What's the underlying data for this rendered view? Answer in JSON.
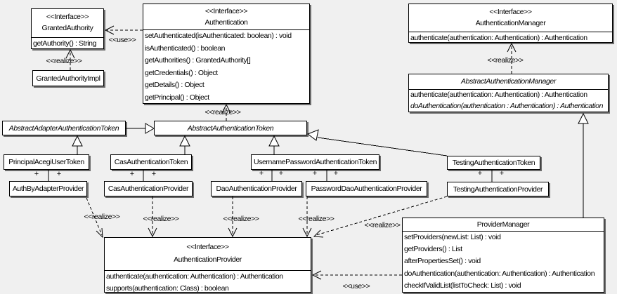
{
  "labels": {
    "realize": "<<realize>>",
    "use": "<<use>>",
    "plus": "+"
  },
  "classes": {
    "granted_authority": {
      "stereotype": "<<Interface>>",
      "name": "GrantedAuthority",
      "methods": [
        "getAuthority() : String"
      ]
    },
    "granted_authority_impl": {
      "name": "GrantedAuthorityImpl"
    },
    "authentication": {
      "stereotype": "<<Interface>>",
      "name": "Authentication",
      "methods": [
        "setAuthenticated(isAuthenticated: boolean) : void",
        "isAuthenticated() : boolean",
        "getAuthorities() : GrantedAuthority[]",
        "getCredentials() : Object",
        "getDetails() : Object",
        "getPrincipal() : Object"
      ]
    },
    "authentication_manager": {
      "stereotype": "<<Interface>>",
      "name": "AuthenticationManager",
      "methods": [
        "authenticate(authentication: Authentication) : Authentication"
      ]
    },
    "abstract_authentication_manager": {
      "name": "AbstractAuthenticationManager",
      "methods": [
        "authenticate(authentication: Authentication) : Authentication",
        "doAuthentication(authentication : Authentication) : Authentication"
      ]
    },
    "abstract_adapter_authentication_token": {
      "name": "AbstractAdapterAuthenticationToken"
    },
    "abstract_authentication_token": {
      "name": "AbstractAuthenticationToken"
    },
    "principal_acegi_user_token": {
      "name": "PrincipalAcegiUserToken"
    },
    "cas_authentication_token": {
      "name": "CasAuthenticationToken"
    },
    "username_password_authentication_token": {
      "name": "UsernamePasswordAuthenticationToken"
    },
    "testing_authentication_token": {
      "name": "TestingAuthenticationToken"
    },
    "auth_by_adapter_provider": {
      "name": "AuthByAdapterProvider"
    },
    "cas_authentication_provider": {
      "name": "CasAuthenticationProvider"
    },
    "dao_authentication_provider": {
      "name": "DaoAuthenticationProvider"
    },
    "password_dao_authentication_provider": {
      "name": "PasswordDaoAuthenticationProvider"
    },
    "testing_authentication_provider": {
      "name": "TestingAuthenticationProvider"
    },
    "authentication_provider": {
      "stereotype": "<<Interface>>",
      "name": "AuthenticationProvider",
      "methods": [
        "authenticate(authentication: Authentication) : Authentication",
        "supports(authentication: Class) : boolean"
      ]
    },
    "provider_manager": {
      "name": "ProviderManager",
      "methods": [
        "setProviders(newList: List) : void",
        "getProviders() : List",
        "afterPropertiesSet() : void",
        "doAuthentication(authentication: Authentication) : Authentication",
        "checkIfValidList(listToCheck: List) : void"
      ]
    }
  },
  "relationships": [
    {
      "type": "use",
      "from": "Authentication",
      "to": "GrantedAuthority",
      "label": "<<use>>"
    },
    {
      "type": "realize",
      "from": "GrantedAuthorityImpl",
      "to": "GrantedAuthority",
      "label": "<<realize>>"
    },
    {
      "type": "realize",
      "from": "AbstractAuthenticationToken",
      "to": "Authentication",
      "label": "<<realize>>"
    },
    {
      "type": "realize",
      "from": "AbstractAuthenticationManager",
      "to": "AuthenticationManager",
      "label": "<<realize>>"
    },
    {
      "type": "generalization",
      "from": "AbstractAdapterAuthenticationToken",
      "to": "AbstractAuthenticationToken"
    },
    {
      "type": "generalization",
      "from": "PrincipalAcegiUserToken",
      "to": "AbstractAdapterAuthenticationToken"
    },
    {
      "type": "generalization",
      "from": "CasAuthenticationToken",
      "to": "AbstractAuthenticationToken"
    },
    {
      "type": "generalization",
      "from": "UsernamePasswordAuthenticationToken",
      "to": "AbstractAuthenticationToken"
    },
    {
      "type": "generalization",
      "from": "TestingAuthenticationToken",
      "to": "AbstractAuthenticationToken"
    },
    {
      "type": "generalization",
      "from": "ProviderManager",
      "to": "AbstractAuthenticationManager"
    },
    {
      "type": "association",
      "from": "PrincipalAcegiUserToken",
      "to": "AuthByAdapterProvider",
      "end_labels": [
        "+",
        "+"
      ]
    },
    {
      "type": "association",
      "from": "CasAuthenticationToken",
      "to": "CasAuthenticationProvider",
      "end_labels": [
        "+",
        "+"
      ]
    },
    {
      "type": "association",
      "from": "UsernamePasswordAuthenticationToken",
      "to": "DaoAuthenticationProvider",
      "end_labels": [
        "+",
        "+"
      ]
    },
    {
      "type": "association",
      "from": "UsernamePasswordAuthenticationToken",
      "to": "PasswordDaoAuthenticationProvider",
      "end_labels": [
        "+",
        "+"
      ]
    },
    {
      "type": "association",
      "from": "TestingAuthenticationToken",
      "to": "TestingAuthenticationProvider",
      "end_labels": [
        "+",
        "+"
      ]
    },
    {
      "type": "realize",
      "from": "AuthByAdapterProvider",
      "to": "AuthenticationProvider",
      "label": "<<realize>>"
    },
    {
      "type": "realize",
      "from": "CasAuthenticationProvider",
      "to": "AuthenticationProvider",
      "label": "<<realize>>"
    },
    {
      "type": "realize",
      "from": "DaoAuthenticationProvider",
      "to": "AuthenticationProvider",
      "label": "<<realize>>"
    },
    {
      "type": "realize",
      "from": "PasswordDaoAuthenticationProvider",
      "to": "AuthenticationProvider",
      "label": "<<realize>>"
    },
    {
      "type": "realize",
      "from": "TestingAuthenticationProvider",
      "to": "AuthenticationProvider",
      "label": "<<realize>>"
    },
    {
      "type": "use",
      "from": "ProviderManager",
      "to": "AuthenticationProvider",
      "label": "<<use>>"
    }
  ],
  "colors": {
    "background": "#f0f0f0",
    "box_fill": "#ffffff",
    "line": "#000000"
  }
}
